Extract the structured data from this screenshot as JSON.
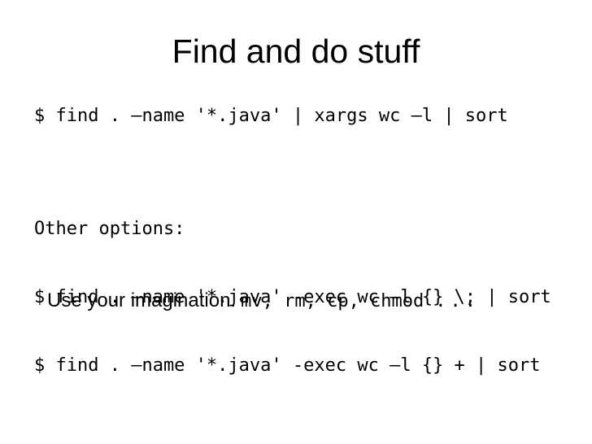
{
  "slide": {
    "title": "Find and do stuff",
    "colors": {
      "background": "#ffffff",
      "text": "#000000"
    },
    "code": {
      "line_1": "$ find . –name '*.java' | xargs wc –l | sort",
      "options_heading": "Other options:",
      "line_2": "$ find . –name '*.java' -exec wc –l {} \\; | sort",
      "line_3": "$ find . –name '*.java' -exec wc –l {} + | sort"
    },
    "imagination": {
      "sans_text": "Use your imagination.",
      "mono_commands": "mv, rm, cp, chmod",
      "ellipsis": "..."
    }
  }
}
